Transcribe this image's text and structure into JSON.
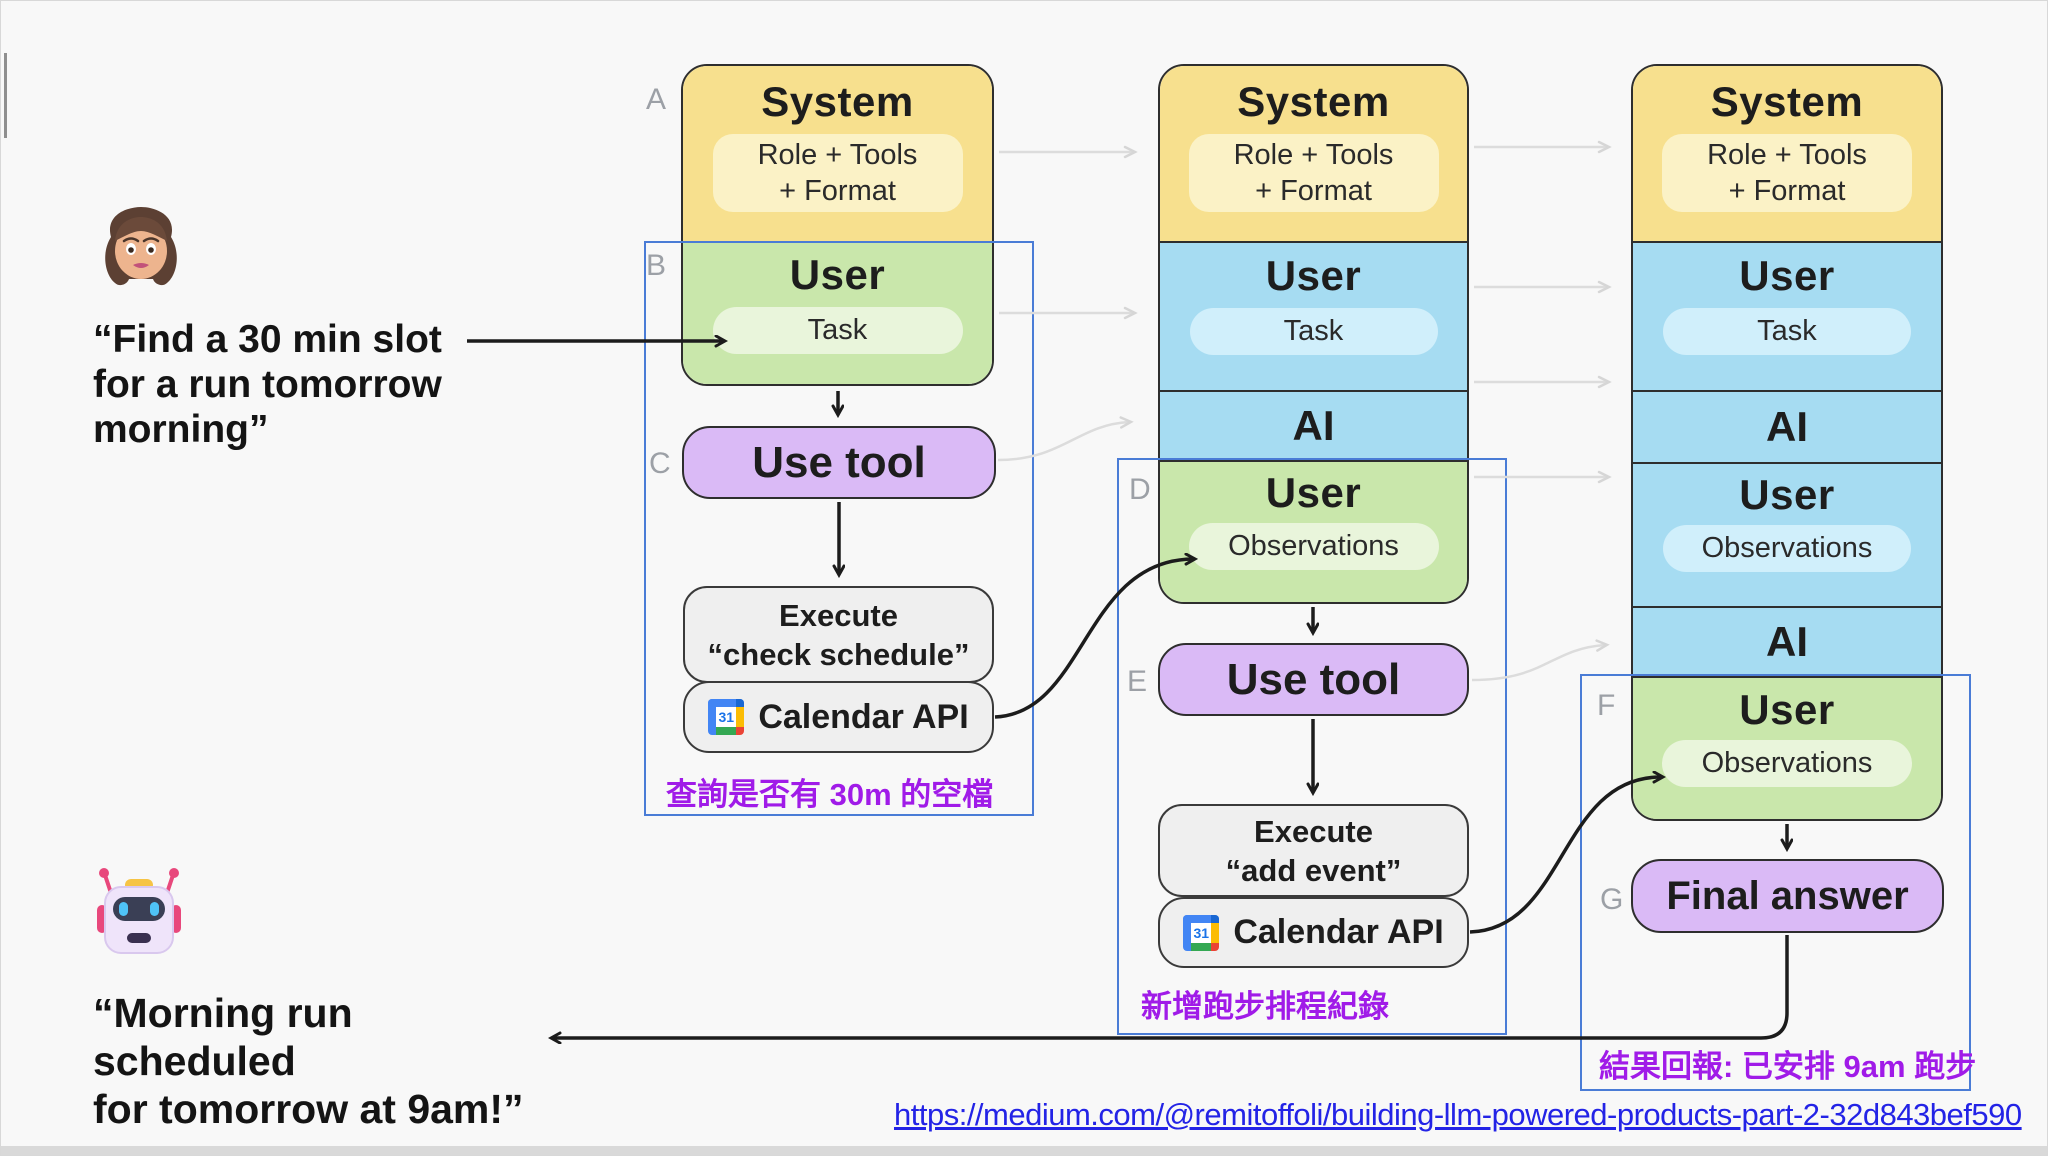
{
  "quotes": {
    "user_line1": "“Find a 30 min slot",
    "user_line2": "for a run tomorrow",
    "user_line3": "morning”",
    "assistant_line1": "“Morning run scheduled",
    "assistant_line2": "for tomorrow at 9am!”"
  },
  "labels": {
    "system": "System",
    "user": "User",
    "ai": "AI",
    "role_pill_line1": "Role + Tools",
    "role_pill_line2": "+ Format",
    "task": "Task",
    "observations": "Observations",
    "use_tool": "Use tool",
    "execute": "Execute",
    "check_schedule": "“check schedule”",
    "add_event": "“add event”",
    "calendar_api": "Calendar API",
    "calendar_day": "31",
    "final_answer": "Final answer"
  },
  "captions": {
    "check_slot": "查詢是否有 30m 的空檔",
    "add_record": "新增跑步排程紀錄",
    "report": "結果回報: 已安排 9am 跑步"
  },
  "letters": {
    "a": "A",
    "b": "B",
    "c": "C",
    "d": "D",
    "e": "E",
    "f": "F",
    "g": "G"
  },
  "source_link": "https://medium.com/@remitoffoli/building-llm-powered-products-part-2-32d843bef590",
  "colors": {
    "system_fill": "#F7E08E",
    "system_pill": "#FBF2C6",
    "user_green": "#C9E7AB",
    "green_pill": "#E9F5DB",
    "history_blue": "#A6DCF2",
    "blue_pill": "#D0EFFB",
    "tool_purple": "#DABAF6",
    "exec_gray": "#EFEFEF",
    "region_outline": "#4A7CD6",
    "caption_purple": "#A01BE8",
    "link_blue": "#2323E6"
  }
}
